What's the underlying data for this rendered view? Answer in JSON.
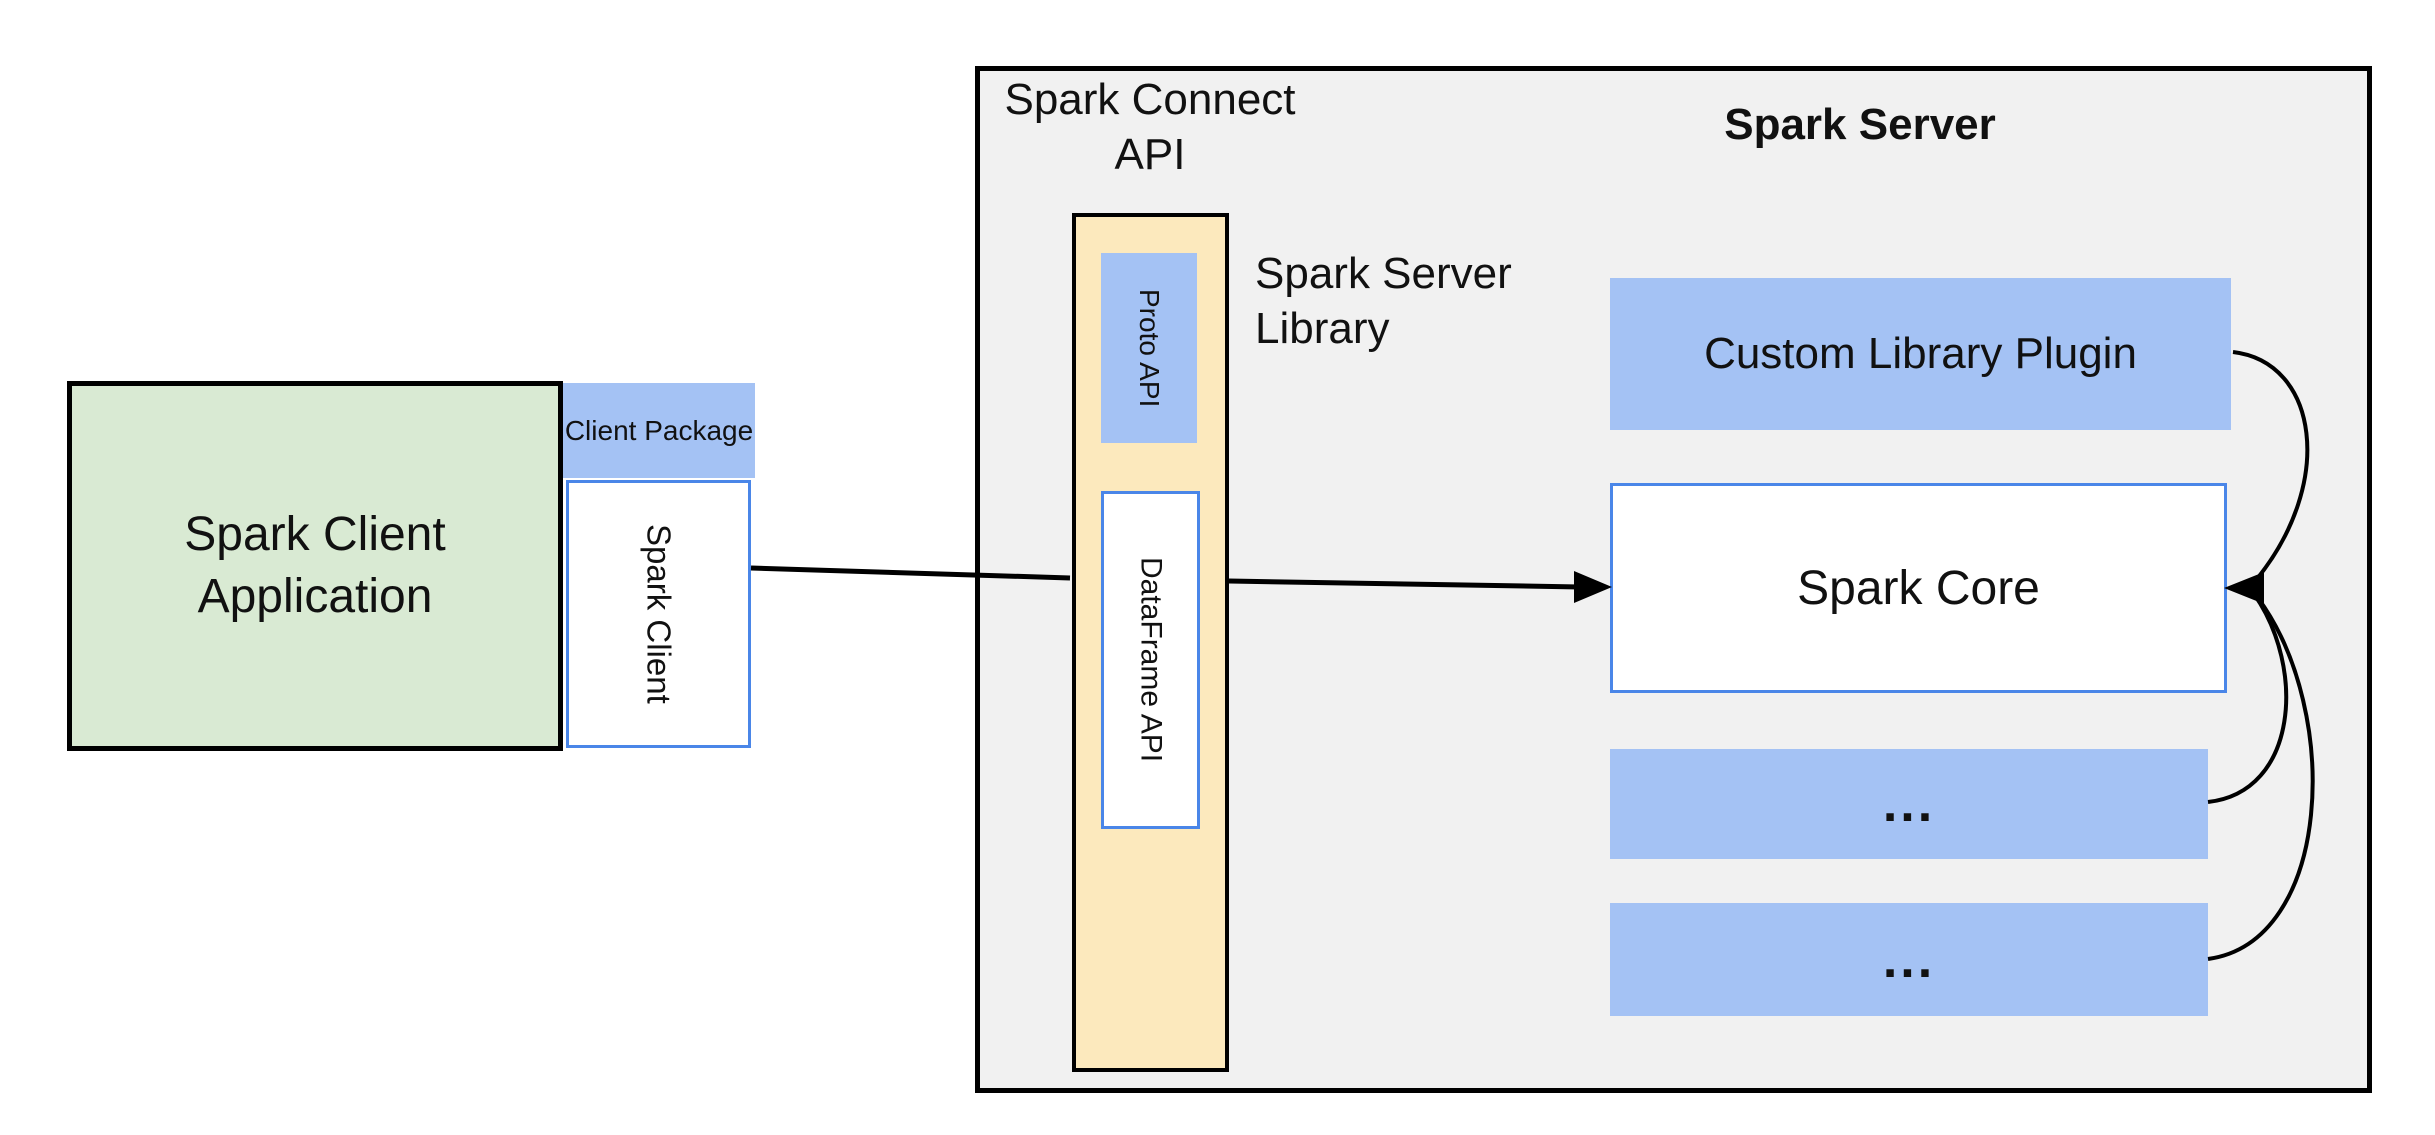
{
  "client": {
    "app_label": "Spark Client Application",
    "package_label": "Client Package",
    "client_label": "Spark Client"
  },
  "server": {
    "title": "Spark Server",
    "connect_api_label": "Spark Connect API",
    "library_label": "Spark Server Library",
    "proto_api_label": "Proto API",
    "dataframe_api_label": "DataFrame API",
    "plugin_label": "Custom Library Plugin",
    "core_label": "Spark Core",
    "module_1_label": "...",
    "module_2_label": "..."
  },
  "colors": {
    "client_app_fill": "#d9ead3",
    "accent_blue_fill": "#a4c2f4",
    "api_column_fill": "#fce9bd",
    "server_fill": "#f1f1f1",
    "blue_box_border": "#4a86e8",
    "line_color": "#000000"
  }
}
